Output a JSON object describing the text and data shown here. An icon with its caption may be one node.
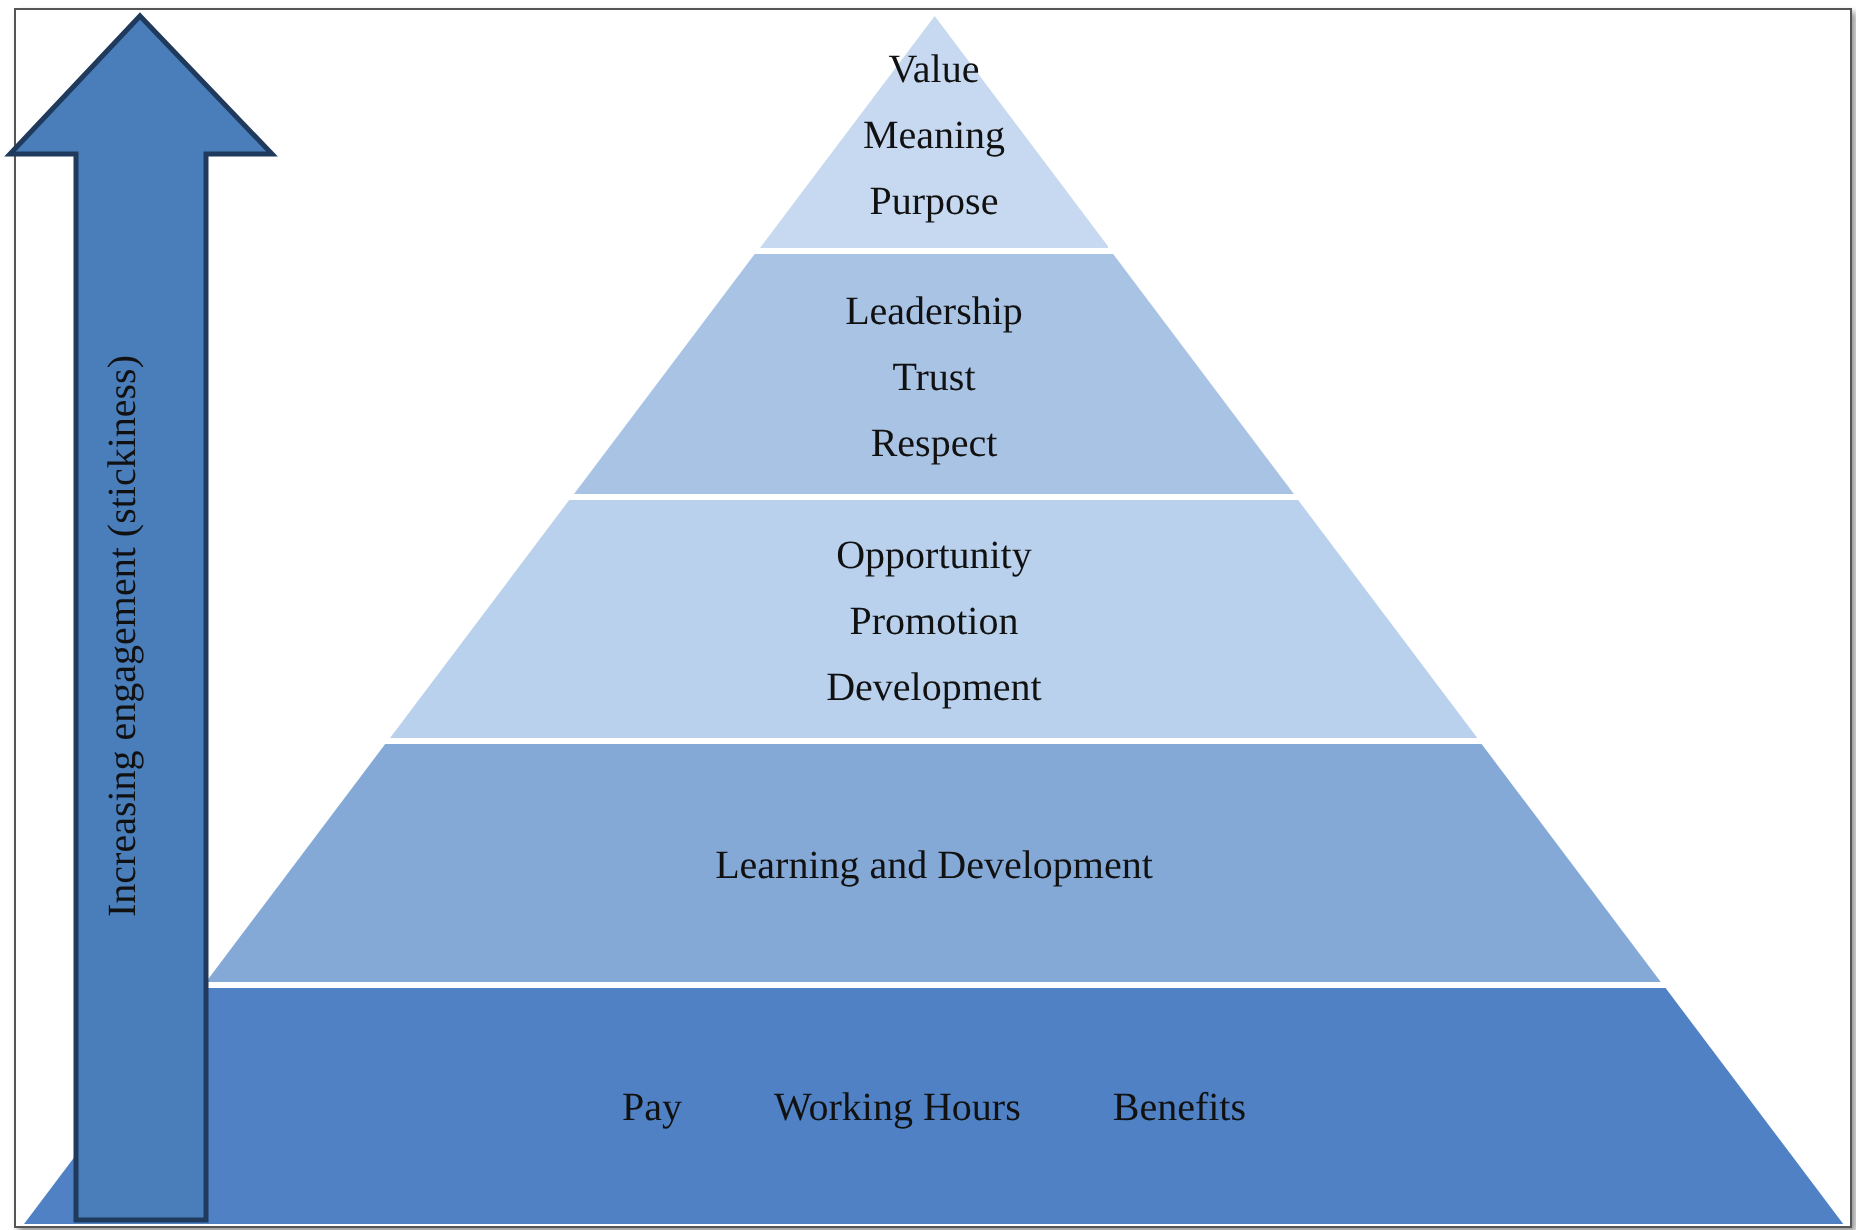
{
  "diagram": {
    "nodes": [
      {
        "text": [
          "Value",
          "Meaning",
          "Purpose"
        ]
      },
      {
        "text": [
          "Leadership",
          "Trust",
          "Respect"
        ]
      },
      {
        "text": [
          "Opportunity",
          "Promotion",
          "Development"
        ]
      },
      {
        "text": [
          "Learning and Development"
        ]
      },
      {
        "text": [
          "Pay",
          "Working Hours",
          "Benefits"
        ]
      }
    ],
    "labels": [
      "Increasing engagement (stickiness)"
    ]
  }
}
